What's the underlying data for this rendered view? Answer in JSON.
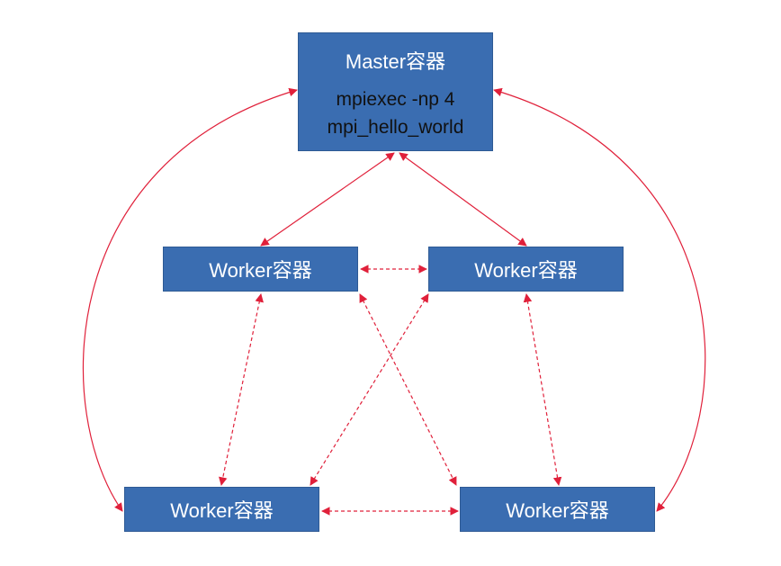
{
  "master": {
    "title": "Master容器",
    "command_line1": "mpiexec -np 4",
    "command_line2": "mpi_hello_world"
  },
  "workers": [
    {
      "label": "Worker容器"
    },
    {
      "label": "Worker容器"
    },
    {
      "label": "Worker容器"
    },
    {
      "label": "Worker容器"
    }
  ],
  "colors": {
    "node_fill": "#3a6db1",
    "connector": "#e0203a"
  }
}
